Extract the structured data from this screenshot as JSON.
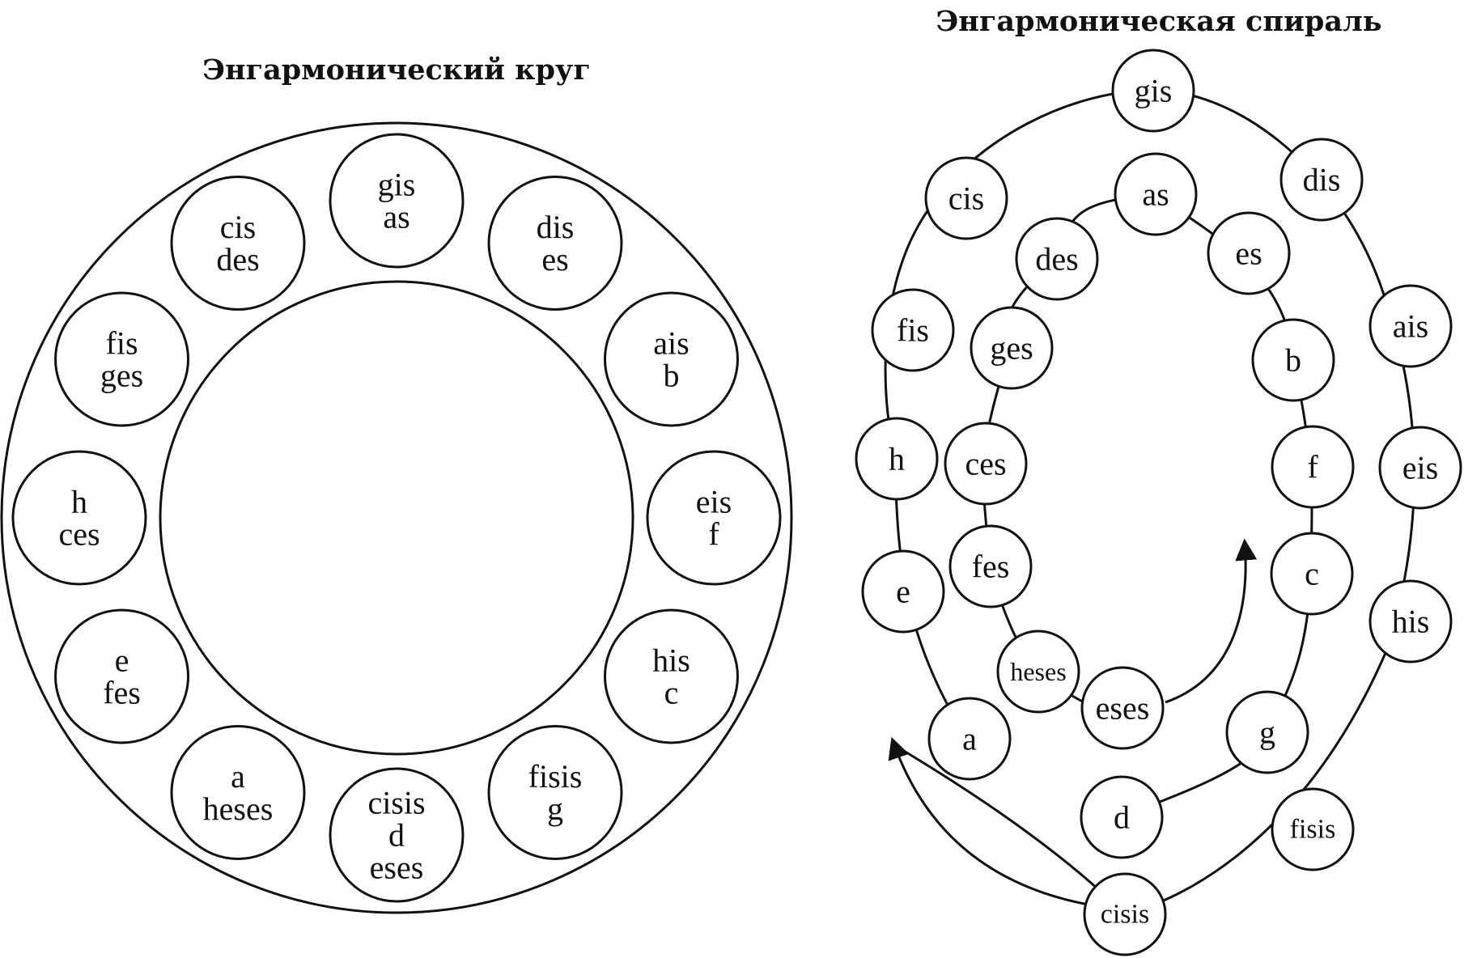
{
  "left": {
    "title": "Энгармонический круг",
    "notes": [
      [
        "gis",
        "as"
      ],
      [
        "dis",
        "es"
      ],
      [
        "ais",
        "b"
      ],
      [
        "eis",
        "f"
      ],
      [
        "his",
        "c"
      ],
      [
        "fisis",
        "g"
      ],
      [
        "cisis",
        "d",
        "eses"
      ],
      [
        "a",
        "heses"
      ],
      [
        "e",
        "fes"
      ],
      [
        "h",
        "ces"
      ],
      [
        "fis",
        "ges"
      ],
      [
        "cis",
        "des"
      ]
    ]
  },
  "right": {
    "title": "Энгармоническая спираль",
    "outer_chain": [
      "cisis",
      "fisis",
      "his",
      "eis",
      "ais",
      "dis",
      "gis",
      "cis",
      "fis",
      "h",
      "e",
      "a"
    ],
    "inner_chain": [
      "d",
      "g",
      "c",
      "f",
      "b",
      "es",
      "as",
      "des",
      "ges",
      "ces",
      "fes",
      "heses",
      "eses"
    ]
  }
}
